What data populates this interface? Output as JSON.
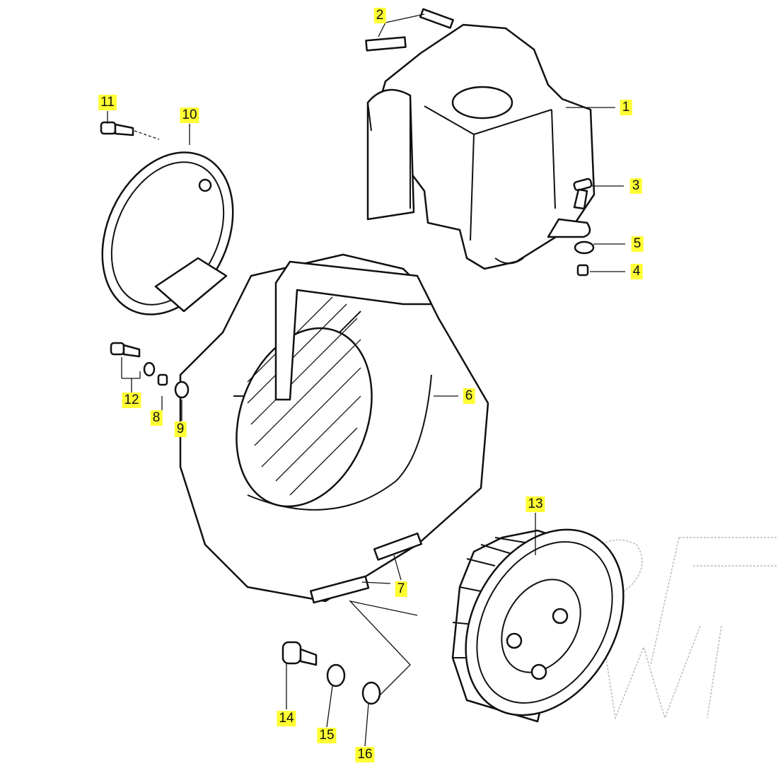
{
  "diagram": {
    "type": "exploded parts diagram",
    "highlight_color": "#ffff33",
    "callouts": [
      {
        "id": "p1",
        "label": "1"
      },
      {
        "id": "p2",
        "label": "2"
      },
      {
        "id": "p3",
        "label": "3"
      },
      {
        "id": "p4",
        "label": "4"
      },
      {
        "id": "p5",
        "label": "5"
      },
      {
        "id": "p6",
        "label": "6"
      },
      {
        "id": "p7",
        "label": "7"
      },
      {
        "id": "p8",
        "label": "8"
      },
      {
        "id": "p9",
        "label": "9"
      },
      {
        "id": "p10",
        "label": "10"
      },
      {
        "id": "p11",
        "label": "11"
      },
      {
        "id": "p12",
        "label": "12"
      },
      {
        "id": "p13",
        "label": "13"
      },
      {
        "id": "p14",
        "label": "14"
      },
      {
        "id": "p15",
        "label": "15"
      },
      {
        "id": "p16",
        "label": "16"
      }
    ]
  }
}
